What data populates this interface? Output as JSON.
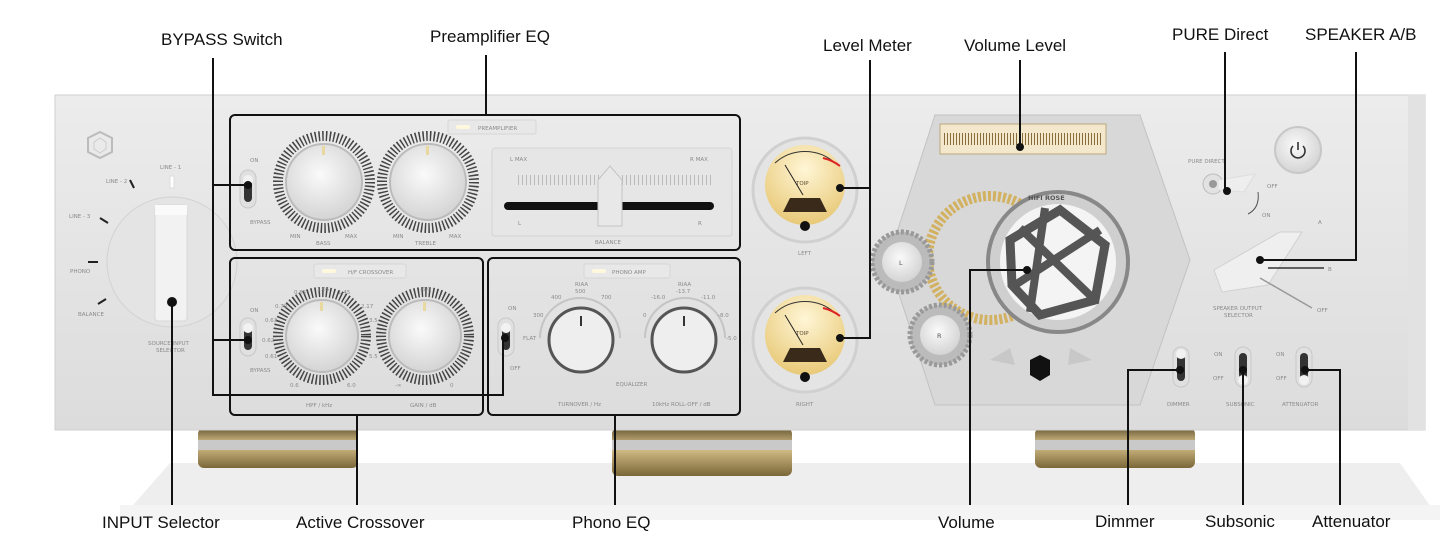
{
  "callouts": {
    "bypass": "BYPASS Switch",
    "preamp_eq": "Preamplifier EQ",
    "level_meter": "Level Meter",
    "volume_level": "Volume Level",
    "pure_direct": "PURE Direct",
    "speaker_ab": "SPEAKER A/B",
    "input_selector": "INPUT Selector",
    "active_crossover": "Active Crossover",
    "phono_eq": "Phono EQ",
    "volume": "Volume",
    "dimmer": "Dimmer",
    "subsonic": "Subsonic",
    "attenuator": "Attenuator"
  },
  "panel": {
    "input": {
      "positions": [
        "LINE - 1",
        "LINE - 2",
        "LINE - 3",
        "PHONO",
        "BALANCE"
      ],
      "label1": "SOURCE INPUT",
      "label2": "SELECTOR"
    },
    "preamp": {
      "title": "PREAMPLIFIER",
      "on": "ON",
      "bypass": "BYPASS",
      "min": "MIN",
      "max": "MAX",
      "bass": "BASS",
      "treble": "TREBLE",
      "lmax": "L MAX",
      "rmax": "R MAX",
      "l": "L",
      "r": "R",
      "balance": "BALANCE"
    },
    "crossover": {
      "title": "H/F CROSSOVER",
      "on": "ON",
      "bypass": "BYPASS",
      "hpf_ticks": [
        "0.6",
        "0.61",
        "0.62",
        "0.63",
        "0.70",
        "0.85",
        "1.05",
        "1.45",
        "2.17",
        "3.5",
        "5.5",
        "6.0"
      ],
      "gain_ticks": [
        "-∞",
        "-6.0",
        "0"
      ],
      "hpf": "HPF / kHz",
      "gain": "GAIN / dB"
    },
    "phono": {
      "title": "PHONO AMP",
      "on": "ON",
      "off": "OFF",
      "turnover_ticks": [
        "FLAT",
        "300",
        "400",
        "500",
        "700"
      ],
      "rolloff_ticks": [
        "0",
        "-16.0",
        "-13.7",
        "-11.0",
        "-8.0",
        "-5.0"
      ],
      "riaa": "RIAA",
      "equalizer": "EQUALIZER",
      "turnover": "TURNOVER / Hz",
      "rolloff": "10kHz ROLL-OFF / dB"
    },
    "meters": {
      "left": "LEFT",
      "right": "RIGHT",
      "brand": "TOIP"
    },
    "volume": {
      "brand": "HIFI ROSE",
      "l": "L",
      "r": "R"
    },
    "pure_direct": {
      "label": "PURE DIRECT",
      "off": "OFF",
      "on": "ON"
    },
    "speaker": {
      "a": "A",
      "b": "B",
      "off": "OFF",
      "label1": "SPEAKER OUTPUT",
      "label2": "SELECTOR"
    },
    "toggles": {
      "on": "ON",
      "off": "OFF",
      "dimmer": "DIMMER",
      "subsonic": "SUBSONIC",
      "attenuator": "ATTENUATOR"
    }
  }
}
